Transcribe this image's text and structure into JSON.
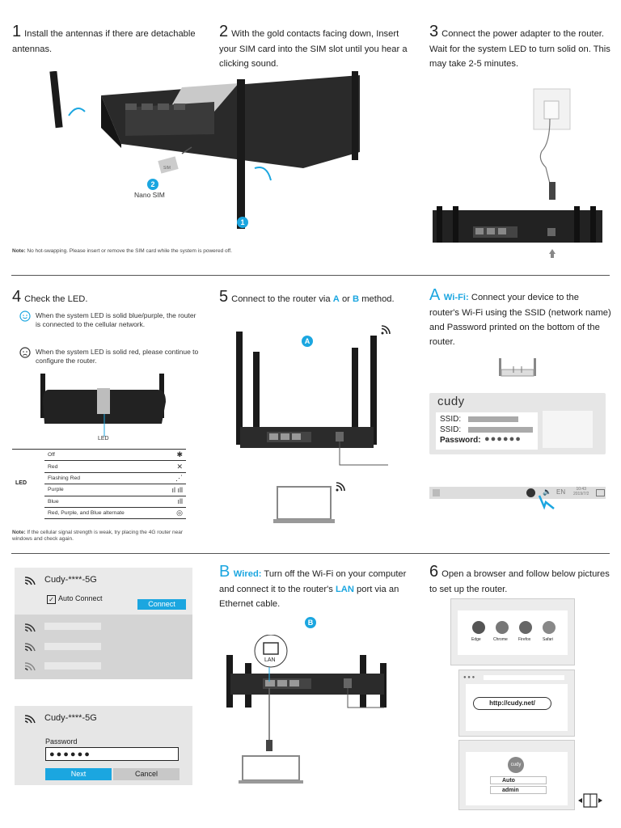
{
  "step1": {
    "num": "1",
    "text": "Install the antennas if there are detachable antennas.",
    "sim_badge": "2",
    "sim_label": "Nano SIM",
    "sim_card_text": "SIM",
    "antenna_badge": "1"
  },
  "step2": {
    "num": "2",
    "text": "With the gold contacts facing down, Insert your SIM card into the SIM slot until you hear a clicking sound."
  },
  "step3": {
    "num": "3",
    "text": "Connect the power adapter to the router. Wait for the system LED to turn solid on. This may take 2-5 minutes."
  },
  "note1": {
    "label": "Note:",
    "text": " No hot-swapping. Please insert or remove the SIM card while the system is powered off."
  },
  "step4": {
    "num": "4",
    "text": "Check the LED.",
    "happy": "When the system LED is solid blue/purple, the router is connected to the cellular network.",
    "sad": "When the system LED is solid red, please continue to configure the router.",
    "led_caption": "LED",
    "table_label": "LED",
    "rows": [
      {
        "state": "Off",
        "icon": "no-signal-icon",
        "glyph": "✱"
      },
      {
        "state": "Red",
        "icon": "signal-crossed-icon",
        "glyph": "✕"
      },
      {
        "state": "Flashing Red",
        "icon": "loading-icon",
        "glyph": "⋰"
      },
      {
        "state": "Purple",
        "icon": "signal-weak-icon",
        "glyph": "ıl ıll"
      },
      {
        "state": "Blue",
        "icon": "signal-full-icon",
        "glyph": "ıll"
      },
      {
        "state": "Red, Purple, and Blue alternate",
        "icon": "globe-icon",
        "glyph": "◎"
      }
    ],
    "note_label": "Note:",
    "note_text": " If the cellular signal strength is weak, try placing the 4G router near windows and check again."
  },
  "step5": {
    "num": "5",
    "pre": "Connect to the router via ",
    "a": "A",
    "or": " or ",
    "b": "B",
    "post": " method.",
    "badge": "A"
  },
  "methodA": {
    "letter": "A",
    "title": "Wi-Fi:",
    "text": " Connect your device to the router's Wi-Fi using the SSID (network name) and Password printed on the bottom of the router.",
    "logo": "cudy",
    "ssid1": "SSID:",
    "ssid2": "SSID:",
    "password": "Password:",
    "taskbar": {
      "lang": "EN",
      "time": "10:43",
      "date": "2019/7/2"
    }
  },
  "wifi_list": {
    "ssid": "Cudy-****-5G",
    "auto_connect": "Auto Connect",
    "connect": "Connect"
  },
  "wifi_login": {
    "ssid": "Cudy-****-5G",
    "password_label": "Password",
    "password_value": "●●●●●●",
    "next": "Next",
    "cancel": "Cancel"
  },
  "methodB": {
    "letter": "B",
    "title": "Wired:",
    "pre": " Turn off the Wi-Fi on your computer and connect it to the router's ",
    "lan": "LAN",
    "post": " port via an Ethernet cable.",
    "badge": "B",
    "lan_label": "LAN"
  },
  "step6": {
    "num": "6",
    "text": "Open a browser and follow below pictures to set up the router.",
    "browsers": [
      "Edge",
      "Chrome",
      "Firefox",
      "Safari"
    ],
    "url": "http://cudy.net/",
    "login_logo": "cudy",
    "login_lang": "Auto",
    "login_user": "admin"
  },
  "colors": {
    "accent": "#1ba6e0",
    "panel": "#e6e6e6"
  }
}
